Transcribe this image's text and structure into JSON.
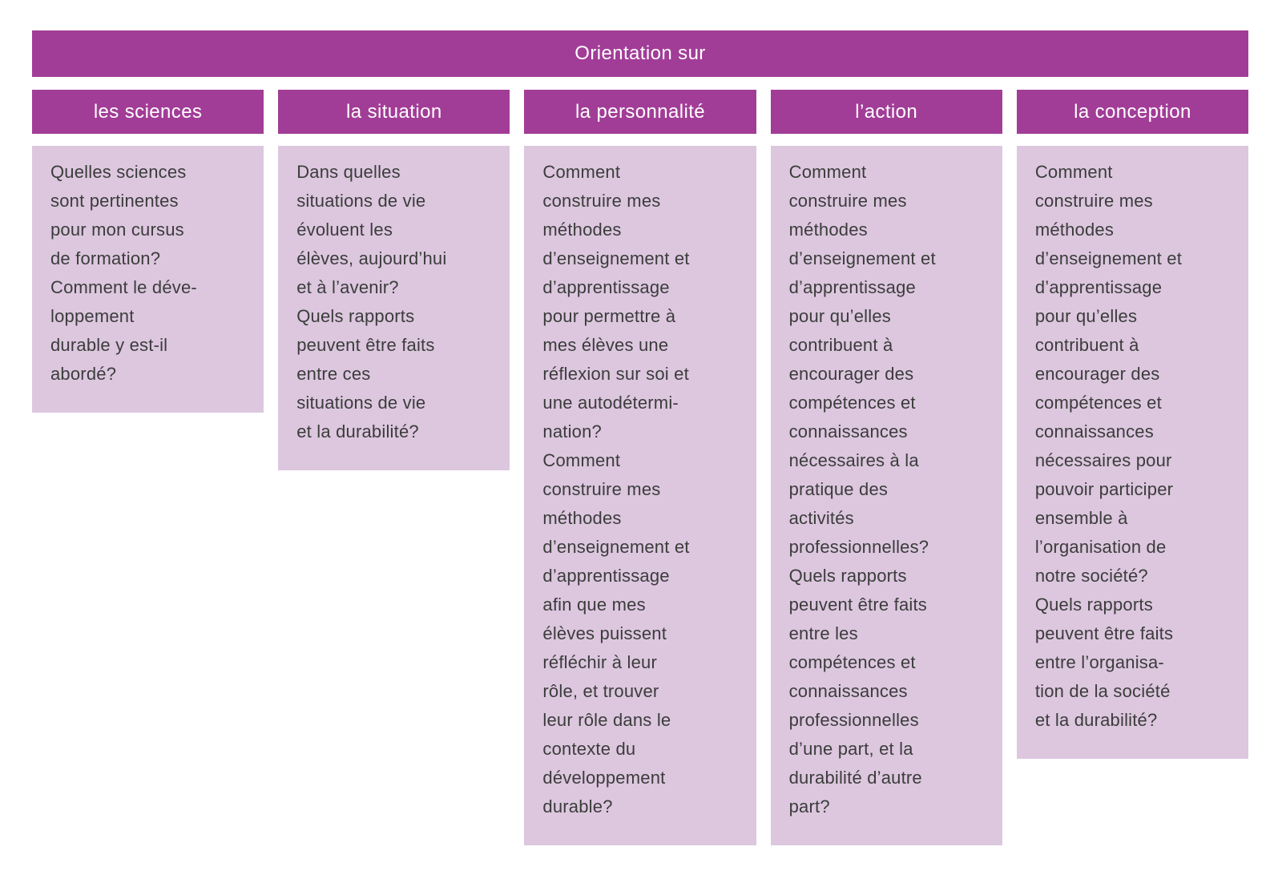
{
  "colors": {
    "band_bg": "#a23d97",
    "band_text": "#ffffff",
    "cell_bg": "#dcc7df",
    "cell_text": "#3c3c3b"
  },
  "banner": {
    "title": "Orientation sur"
  },
  "columns": [
    {
      "header": "les sciences",
      "body": "Quelles sciences\nsont pertinentes\npour mon cursus\nde formation?\nComment le déve-\nloppement\ndurable y est-il\nabordé?"
    },
    {
      "header": "la situation",
      "body": "Dans quelles\nsituations de vie\névoluent les\nélèves, aujourd’hui\net à l’avenir?\nQuels rapports\npeuvent être faits\nentre ces\nsituations de vie\net la durabilité?"
    },
    {
      "header": "la personnalité",
      "body": "Comment\nconstruire mes\nméthodes\nd’enseignement et\nd’apprentissage\npour permettre à\nmes élèves une\nréflexion sur soi et\nune autodétermi-\nnation?\nComment\nconstruire mes\nméthodes\nd’enseignement et\nd’apprentissage\nafin que mes\nélèves puissent\nréfléchir à leur\nrôle, et trouver\nleur rôle dans le\ncontexte du\ndéveloppement\ndurable?"
    },
    {
      "header": "l’action",
      "body": "Comment\nconstruire mes\nméthodes\nd’enseignement et\nd’apprentissage\npour qu’elles\ncontribuent à\nencourager des\ncompétences et\nconnaissances\nnécessaires à la\npratique des\nactivités\nprofessionnelles?\nQuels rapports\npeuvent être faits\nentre les\ncompétences et\nconnaissances\nprofessionnelles\nd’une part, et la\ndurabilité d’autre\npart?"
    },
    {
      "header": "la conception",
      "body": "Comment\nconstruire mes\nméthodes\nd’enseignement et\nd’apprentissage\npour qu’elles\ncontribuent à\nencourager des\ncompétences et\nconnaissances\nnécessaires pour\npouvoir participer\nensemble à\nl’organisation de\nnotre société?\nQuels rapports\npeuvent être faits\nentre l’organisa-\ntion de la société\net la durabilité?"
    }
  ]
}
